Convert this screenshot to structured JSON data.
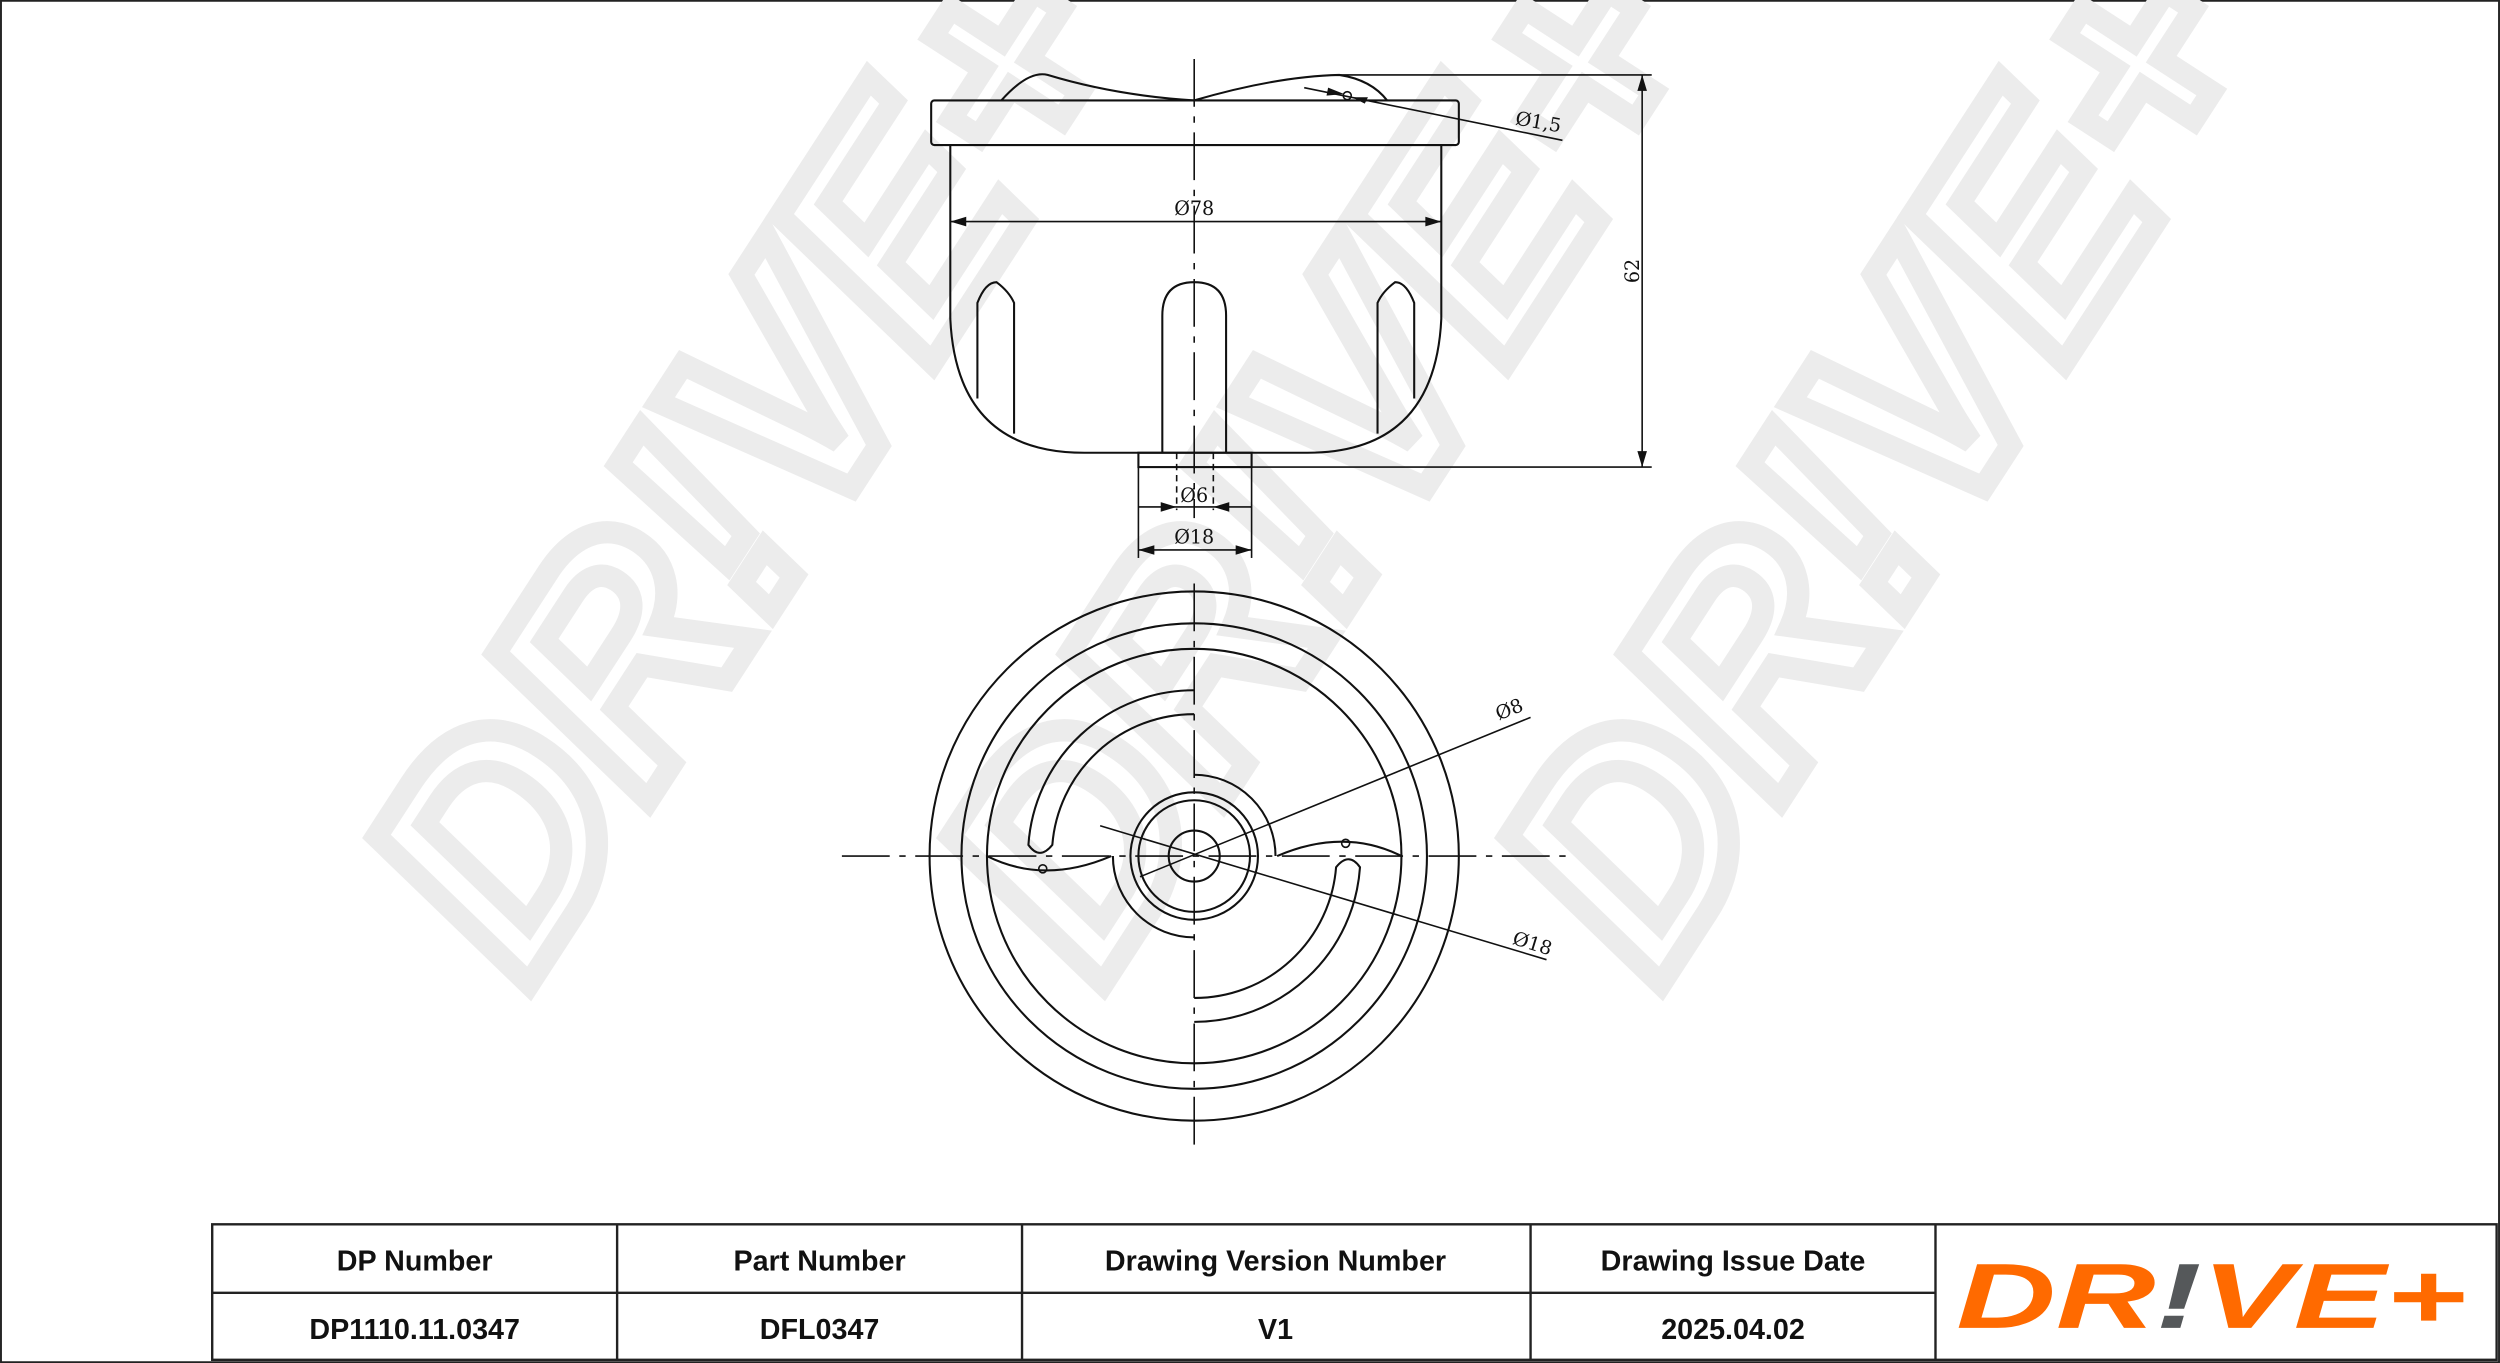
{
  "watermark": "DR!VE+",
  "dimensions": {
    "pin_hole": "Ø1,5",
    "body_diameter": "Ø78",
    "height": "62",
    "inner_bore": "Ø6",
    "outlet_diameter": "Ø18",
    "bottom_small": "Ø8",
    "bottom_outlet": "Ø18"
  },
  "title_block": {
    "headers": [
      "DP Number",
      "Part Number",
      "Drawing Version Number",
      "Drawing Issue Date"
    ],
    "values": [
      "DP1110.11.0347",
      "DFL0347",
      "V1",
      "2025.04.02"
    ],
    "logo": {
      "text_a": "DR",
      "text_b": "!",
      "text_c": "VE+",
      "accent": "#ff6a00",
      "secondary": "#55585a"
    }
  }
}
